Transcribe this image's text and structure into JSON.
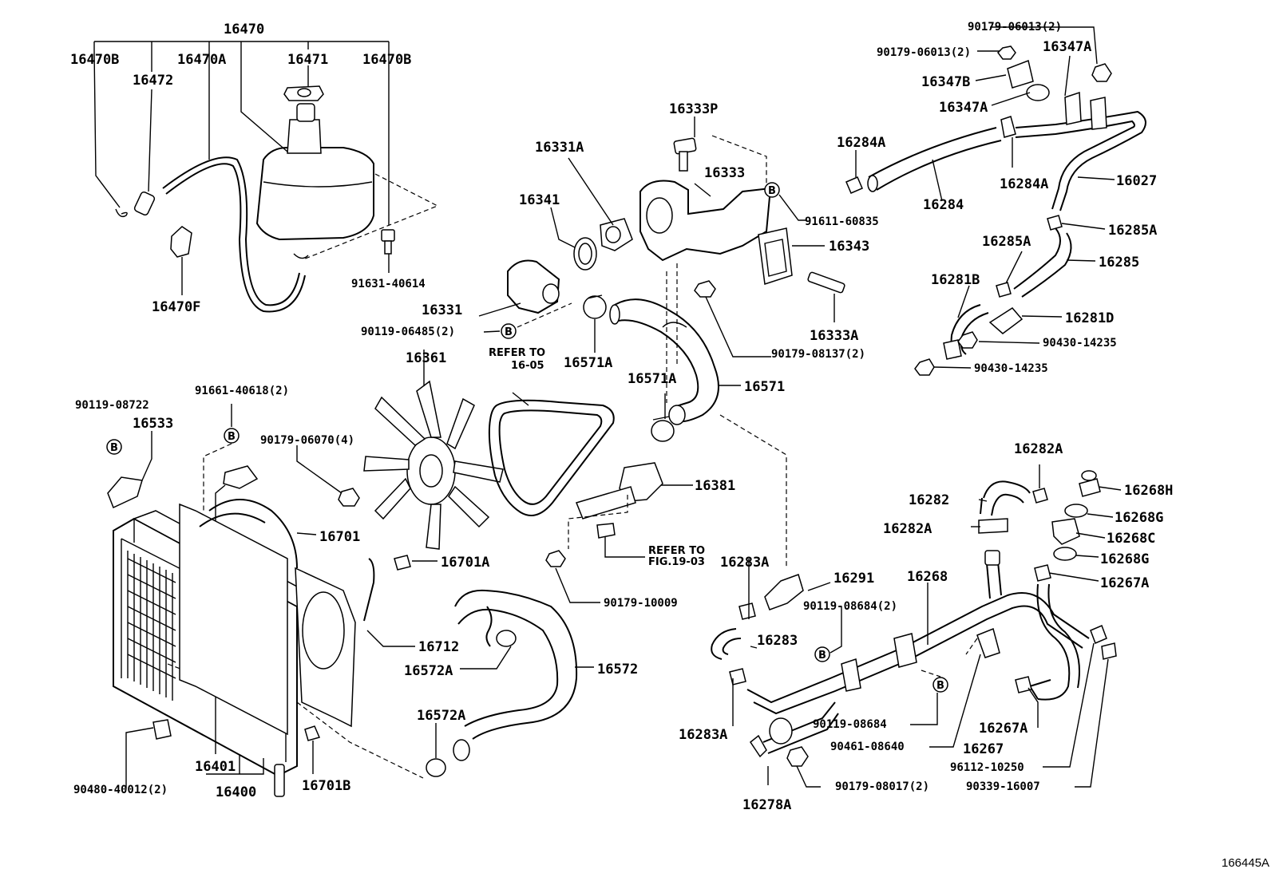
{
  "figure_id": "166445A",
  "refer_notes": {
    "belt": {
      "line1": "REFER TO",
      "line2": "16-05"
    },
    "switch": {
      "line1": "REFER TO",
      "line2": "FIG.19-03"
    }
  },
  "labels": {
    "p16470": "16470",
    "p16470B_left": "16470B",
    "p16472": "16472",
    "p16470A": "16470A",
    "p16471": "16471",
    "p16470B_right": "16470B",
    "p16470F": "16470F",
    "p91631_40614": "91631-40614",
    "p16331A": "16331A",
    "p16341": "16341",
    "p16331": "16331",
    "p90119_06485": "90119-06485(2)",
    "p16571A_top": "16571A",
    "p16333P": "16333P",
    "p16333": "16333",
    "p91611_60835": "91611-60835",
    "p16343": "16343",
    "p16333A": "16333A",
    "p90179_08137": "90179-08137(2)",
    "p16571A_mid": "16571A",
    "p16571": "16571",
    "p16361": "16361",
    "p16284A_left": "16284A",
    "p16284": "16284",
    "p16284A_right": "16284A",
    "p90179_06013_top": "90179-06013(2)",
    "p90179_06013_mid": "90179-06013(2)",
    "p16347A_top": "16347A",
    "p16347B": "16347B",
    "p16347A_mid": "16347A",
    "p16027": "16027",
    "p16285A_right": "16285A",
    "p16285A_left": "16285A",
    "p16285": "16285",
    "p16281B": "16281B",
    "p16281D": "16281D",
    "p90430_14235_a": "90430-14235",
    "p90430_14235_b": "90430-14235",
    "p90119_08722": "90119-08722",
    "p16533": "16533",
    "p91661_40618": "91661-40618(2)",
    "p90179_06070": "90179-06070(4)",
    "p16701": "16701",
    "p16701A": "16701A",
    "p16381": "16381",
    "p16712": "16712",
    "p90179_10009": "90179-10009",
    "p16572A_top": "16572A",
    "p16572": "16572",
    "p16572A_bottom": "16572A",
    "p16401": "16401",
    "p16400": "16400",
    "p16701B": "16701B",
    "p90480_40012": "90480-40012(2)",
    "p16282A_top": "16282A",
    "p16282": "16282",
    "p16282A_mid": "16282A",
    "p16268H": "16268H",
    "p16268G_top": "16268G",
    "p16268C": "16268C",
    "p16268G_bottom": "16268G",
    "p16283A_top": "16283A",
    "p16291": "16291",
    "p16268": "16268",
    "p16267A_top": "16267A",
    "p90119_08684_2": "90119-08684(2)",
    "p16283": "16283",
    "p16283A_bottom": "16283A",
    "p90119_08684": "90119-08684",
    "p90461_08640": "90461-08640",
    "p16267A_bottom": "16267A",
    "p16267": "16267",
    "p96112_10250": "96112-10250",
    "p90339_16007": "90339-16007",
    "p16278A": "16278A",
    "p90179_08017": "90179-08017(2)"
  }
}
